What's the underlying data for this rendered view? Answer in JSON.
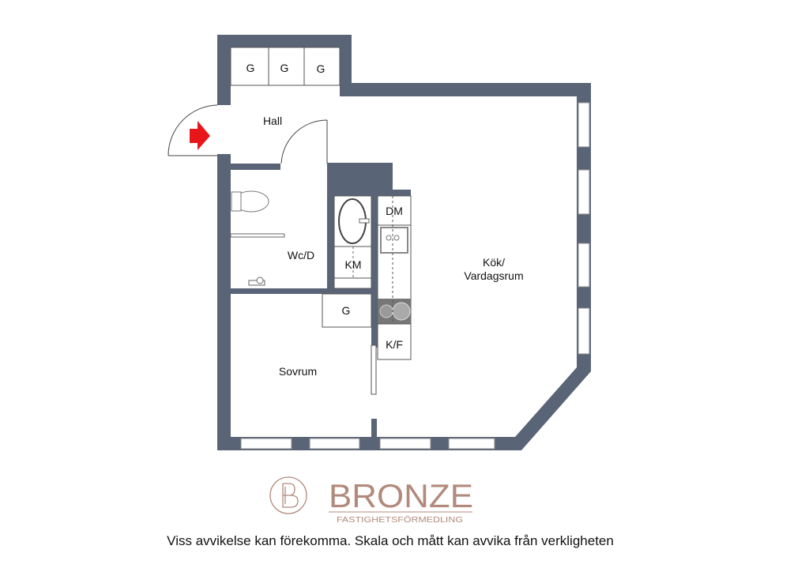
{
  "rooms": {
    "closet_1": "G",
    "closet_2": "G",
    "closet_3": "G",
    "hall": "Hall",
    "wc": "Wc/D",
    "km": "KM",
    "dm": "DM",
    "bedroom_closet": "G",
    "kf": "K/F",
    "bedroom": "Sovrum",
    "kitchen_line1": "Kök/",
    "kitchen_line2": "Vardagsrum"
  },
  "logo": {
    "name": "BRONZE",
    "subtitle": "FASTIGHETSFÖRMEDLING",
    "monogram": "B"
  },
  "caption": "Viss avvikelse kan förekomma. Skala och mått kan avvika från verkligheten",
  "colors": {
    "wall": "#5a6477",
    "entry_arrow": "#e8161b",
    "logo": "#b28a7c"
  }
}
